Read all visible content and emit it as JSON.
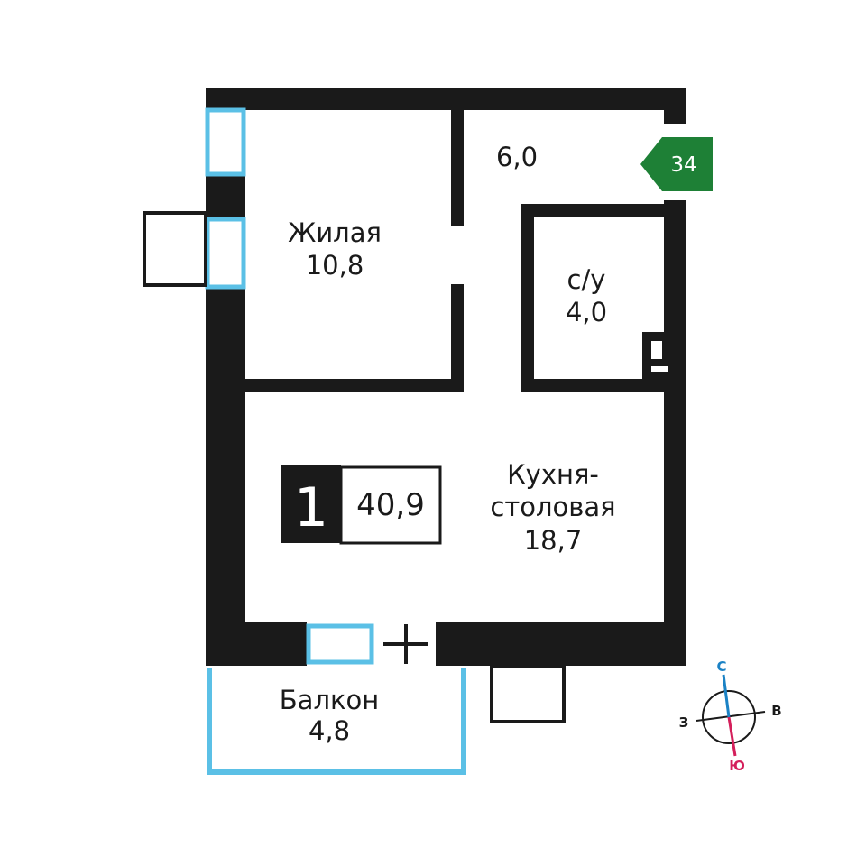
{
  "colors": {
    "wall": "#1a1a1a",
    "window": "#5bc0e6",
    "apartment_tag": "#1e8036",
    "compass_north": "#1b82c5",
    "compass_south": "#d41f5b"
  },
  "apartment": {
    "rooms_count": "1",
    "total_area": "40,9",
    "number": "34"
  },
  "rooms": {
    "living": {
      "name": "Жилая",
      "area": "10,8"
    },
    "hall": {
      "area": "6,0"
    },
    "bathroom": {
      "name": "с/у",
      "area": "4,0"
    },
    "kitchen": {
      "name_line1": "Кухня-",
      "name_line2": "столовая",
      "area": "18,7"
    },
    "balcony": {
      "name": "Балкон",
      "area": "4,8"
    }
  },
  "compass": {
    "north": "С",
    "south": "Ю",
    "west": "З",
    "east": "В"
  }
}
